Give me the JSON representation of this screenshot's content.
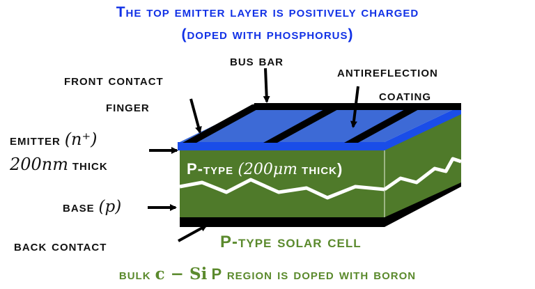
{
  "header": {
    "line1": "The top emitter layer is positively charged",
    "line2": "(doped with phosphorus)"
  },
  "labels": {
    "bus_bar": "bus bar",
    "antireflection_1": "antireflection",
    "antireflection_2": "coating",
    "front_contact_1": "front contact",
    "front_contact_2": "finger",
    "emitter_word": "emitter",
    "emitter_math": "(n⁺)",
    "emitter_thick_math": "200nm",
    "emitter_thick_word": "thick",
    "base_word": "base",
    "base_math": "(p)",
    "back_contact": "back contact",
    "ptype_inside_1": "P-type",
    "ptype_inside_math": "(200μm",
    "ptype_inside_2": "thick)",
    "solar_cell": "P-type solar cell"
  },
  "footer": {
    "part1": "bulk",
    "part2": "c − Si",
    "part3": "P region is doped with boron"
  },
  "colors": {
    "title_blue": "#1232e6",
    "footer_green": "#5b8a2d",
    "silicon_green": "#4f7a2a",
    "silicon_dark": "#2f4f14",
    "emitter_blue": "#1a4de8",
    "coating_blue": "#3d6ad6",
    "contact_black": "#000000"
  }
}
